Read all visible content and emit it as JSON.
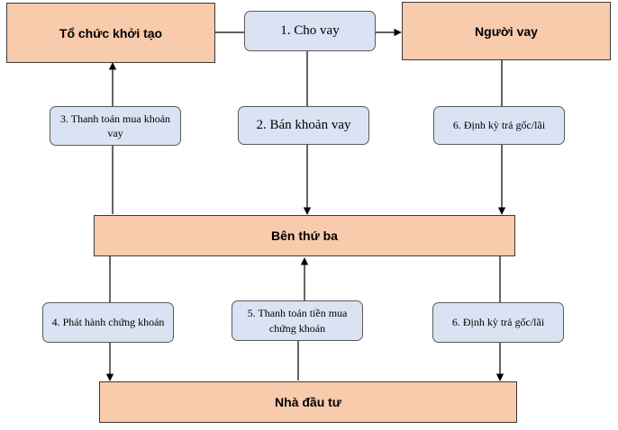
{
  "entities": {
    "originator": "Tổ chức khởi tạo",
    "borrower": "Người vay",
    "third_party": "Bên thứ ba",
    "investor": "Nhà đầu tư"
  },
  "steps": {
    "s1": "1. Cho vay",
    "s2": "2. Bán khoản vay",
    "s3": "3. Thanh toán mua khoản vay",
    "s4": "4. Phát hành chứng khoán",
    "s5": "5. Thanh toán tiền mua chứng khoán",
    "s6a": "6. Định kỳ trả gốc/lãi",
    "s6b": "6. Định kỳ trả gốc/lãi"
  },
  "colors": {
    "entity_fill": "#f8cbad",
    "step_fill": "#dae3f3",
    "line": "#000000"
  }
}
